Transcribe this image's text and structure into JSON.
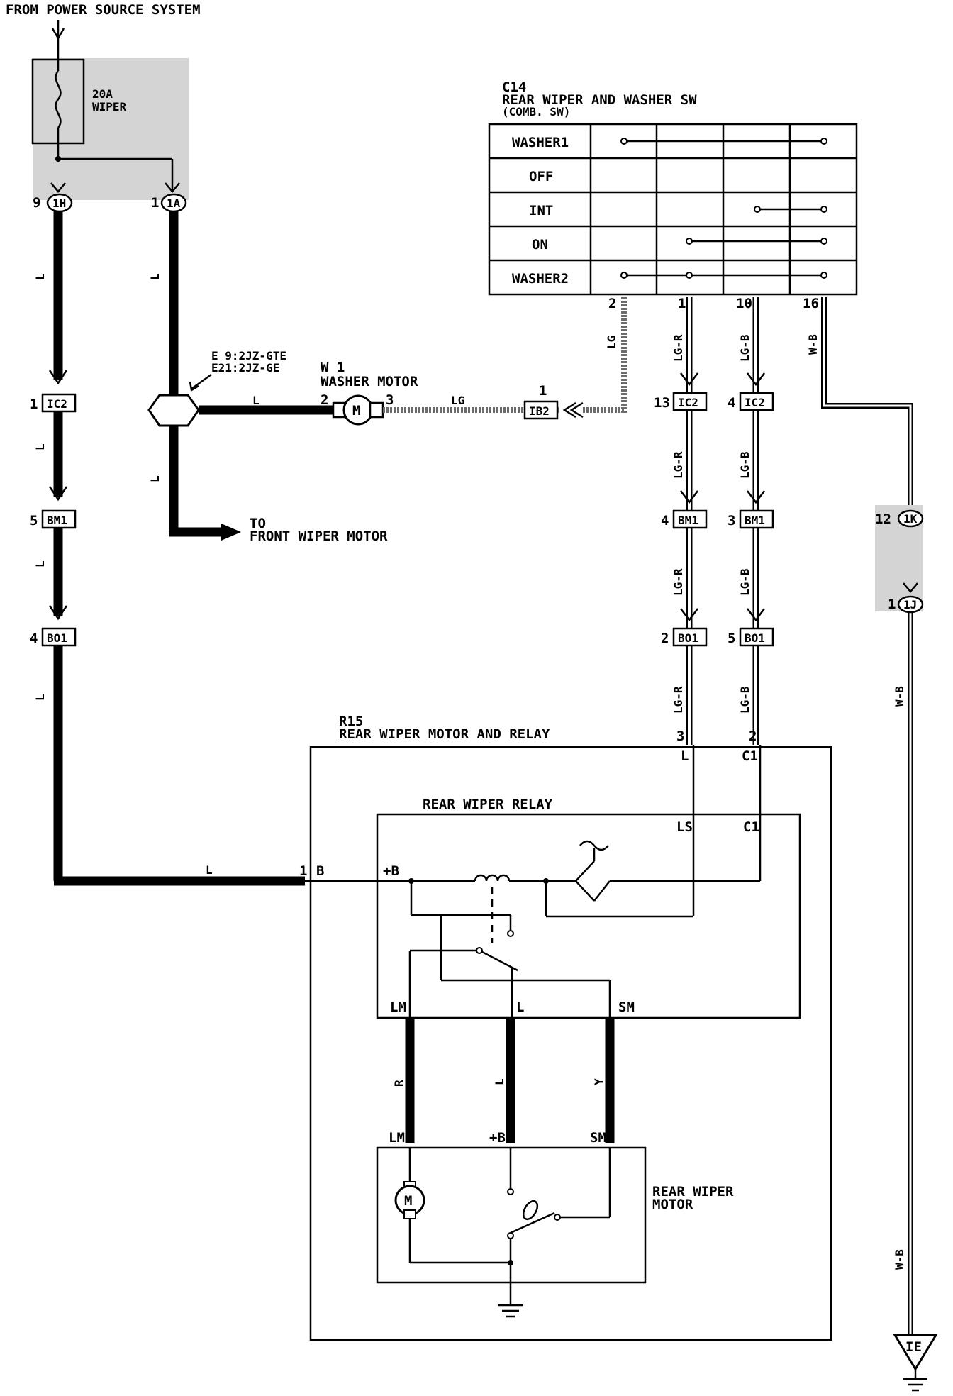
{
  "header": {
    "source": "FROM POWER SOURCE SYSTEM"
  },
  "fuse": {
    "rating": "20A",
    "name": "WIPER",
    "pin_left": "9",
    "pin_right": "1",
    "conn_left": "1H",
    "conn_right": "1A"
  },
  "wire_colors": {
    "L": "L",
    "LG": "LG",
    "LG_R": "LG-R",
    "LG_B": "LG-B",
    "W_B": "W-B",
    "R": "R",
    "Y": "Y"
  },
  "junction": {
    "line1": "E 9:2JZ-GTE",
    "line2": "E21:2JZ-GE"
  },
  "washer_motor": {
    "id": "W 1",
    "name": "WASHER MOTOR",
    "pin_in": "2",
    "pin_out": "3",
    "symbol": "M"
  },
  "front_wiper": {
    "line1": "TO",
    "line2": "FRONT WIPER MOTOR"
  },
  "switch": {
    "id": "C14",
    "title": "REAR WIPER AND WASHER SW",
    "subtitle": "(COMB. SW)",
    "rows": [
      "WASHER1",
      "OFF",
      "INT",
      "ON",
      "WASHER2"
    ],
    "pins": [
      "2",
      "1",
      "10",
      "16"
    ]
  },
  "connectors": {
    "ib2": {
      "pin": "1",
      "name": "IB2"
    },
    "ic2_left": {
      "pin": "1",
      "name": "IC2"
    },
    "bm1_left": {
      "pin": "5",
      "name": "BM1"
    },
    "bo1_left": {
      "pin": "4",
      "name": "BO1"
    },
    "ic2_a": {
      "pin": "13",
      "name": "IC2"
    },
    "ic2_b": {
      "pin": "4",
      "name": "IC2"
    },
    "bm1_a": {
      "pin": "4",
      "name": "BM1"
    },
    "bm1_b": {
      "pin": "3",
      "name": "BM1"
    },
    "bo1_a": {
      "pin": "2",
      "name": "BO1"
    },
    "bo1_b": {
      "pin": "5",
      "name": "BO1"
    },
    "r15_pins": {
      "l": "3",
      "c1": "2",
      "b": "1"
    },
    "ground_conn_top": {
      "pin": "12",
      "name": "1K"
    },
    "ground_conn_bottom": {
      "pin": "1",
      "name": "1J"
    }
  },
  "rear_wiper_assembly": {
    "id": "R15",
    "name": "REAR WIPER MOTOR AND RELAY",
    "terminals": {
      "l": "L",
      "c1": "C1",
      "b": "B"
    }
  },
  "relay": {
    "name": "REAR WIPER RELAY",
    "terminals": {
      "ls": "LS",
      "c1": "C1",
      "plus_b": "+B",
      "lm": "LM",
      "l": "L",
      "sm": "SM"
    }
  },
  "rear_motor": {
    "name_line1": "REAR WIPER",
    "name_line2": "MOTOR",
    "symbol": "M",
    "terminals": {
      "lm": "LM",
      "plus_b": "+B",
      "sm": "SM"
    }
  },
  "ground": {
    "name": "IE"
  }
}
